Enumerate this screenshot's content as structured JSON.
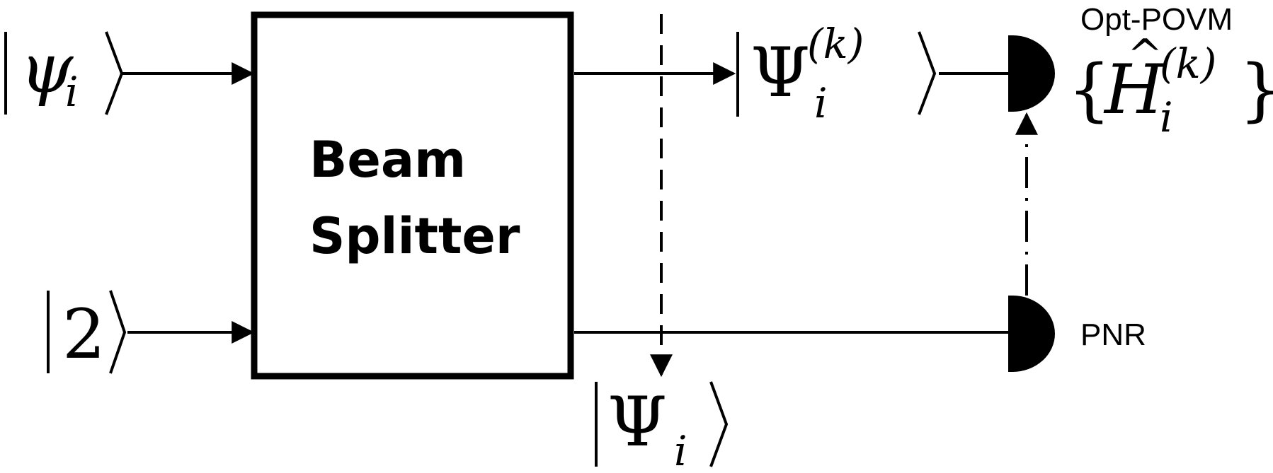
{
  "inputs": {
    "psi_symbol": "ψ",
    "psi_subscript": "i",
    "two_value": "2"
  },
  "beam_splitter": {
    "line1": "Beam",
    "line2": "Splitter"
  },
  "outputs": {
    "upper_symbol": "Ψ",
    "upper_superscript": "(k)",
    "upper_subscript": "i",
    "joint_symbol": "Ψ",
    "joint_subscript": "i"
  },
  "detectors": {
    "upper_label": "Opt-POVM",
    "lower_label": "PNR",
    "povm_open_brace": "{",
    "povm_symbol": "H",
    "povm_hat": "^",
    "povm_superscript": "(k)",
    "povm_subscript": "i",
    "povm_close_brace": "}"
  }
}
